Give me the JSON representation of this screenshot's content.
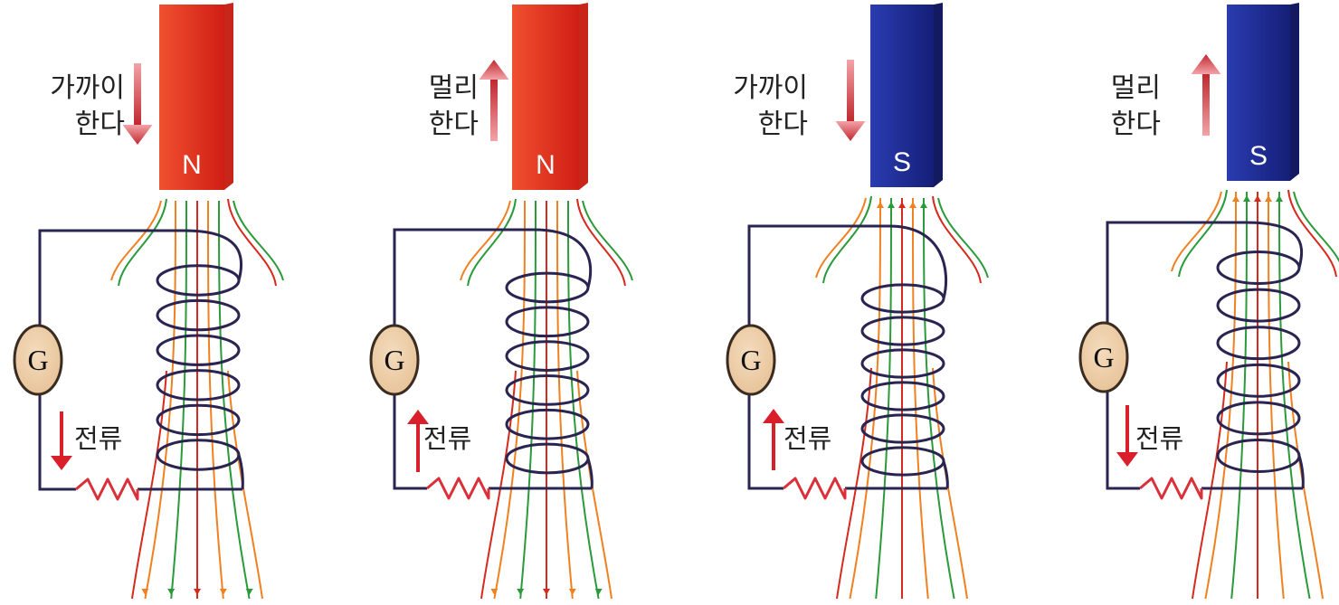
{
  "panels": [
    {
      "magnet_pole": "N",
      "motion_text": [
        "가까이",
        "한다"
      ],
      "magnet_motion": "down",
      "current_text": "전류",
      "current_direction": "down",
      "meter": "G",
      "magnet_color": "#e8321e"
    },
    {
      "magnet_pole": "N",
      "motion_text": [
        "멀리",
        "한다"
      ],
      "magnet_motion": "up",
      "current_text": "전류",
      "current_direction": "up",
      "meter": "G",
      "magnet_color": "#e8321e"
    },
    {
      "magnet_pole": "S",
      "motion_text": [
        "가까이",
        "한다"
      ],
      "magnet_motion": "down",
      "current_text": "전류",
      "current_direction": "up",
      "meter": "G",
      "magnet_color": "#1f2e9c"
    },
    {
      "magnet_pole": "S",
      "motion_text": [
        "멀리",
        "한다"
      ],
      "magnet_motion": "up",
      "current_text": "전류",
      "current_direction": "down",
      "meter": "G",
      "magnet_color": "#1f2e9c"
    }
  ],
  "colors": {
    "field_line_a": "#f08020",
    "field_line_b": "#2a9a3a",
    "field_line_c": "#d62a1c",
    "coil_wire": "#2a2450",
    "galvanometer_fill": "#e8c49a",
    "resistor": "#d9303a",
    "current_arrow": "#d9202a",
    "motion_arrow": "#c0282e"
  }
}
